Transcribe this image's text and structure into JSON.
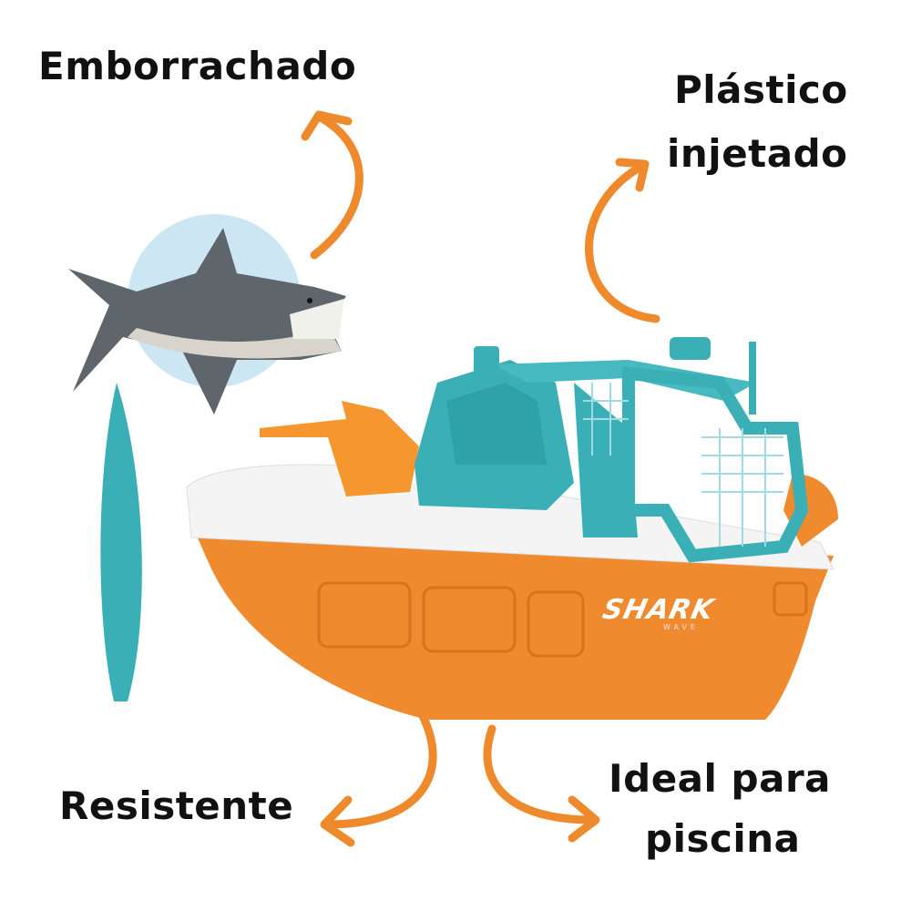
{
  "labels": {
    "top_left": "Emborrachado",
    "top_right_line1": "Plástico",
    "top_right_line2": "injetado",
    "bottom_left": "Resistente",
    "bottom_right_line1": "Ideal para",
    "bottom_right_line2": "piscina"
  },
  "boat_logo": {
    "main": "SHARK",
    "sub": "WAVE"
  },
  "colors": {
    "arrow": "#EE8A2C",
    "hull": "#F08A2E",
    "cabin": "#3AAFB5",
    "shark": "#5E666C",
    "circle": "#CDE6F4"
  }
}
